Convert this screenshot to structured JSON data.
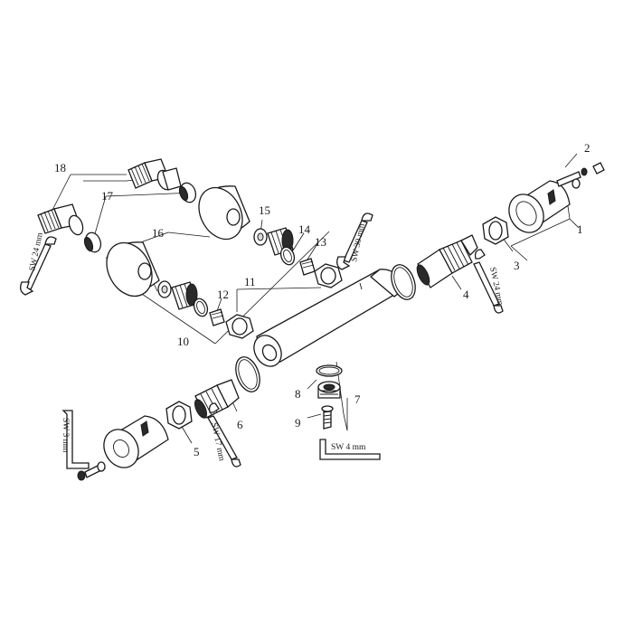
{
  "labels": {
    "n1": "1",
    "n2": "2",
    "n3": "3",
    "n4": "4",
    "n5": "5",
    "n6": "6",
    "n7": "7",
    "n8": "8",
    "n9": "9",
    "n10": "10",
    "n11": "11",
    "n12": "12",
    "n13": "13",
    "n14": "14",
    "n15": "15",
    "n16": "16",
    "n17": "17",
    "n18": "18"
  },
  "tools": {
    "sw24_left": "SW 24 mm",
    "sw30": "SW 30 mm",
    "sw24_right": "SW 24 mm",
    "sw17": "SW 17 mm",
    "sw3": "SW 3 mm",
    "sw4": "SW 4 mm"
  }
}
